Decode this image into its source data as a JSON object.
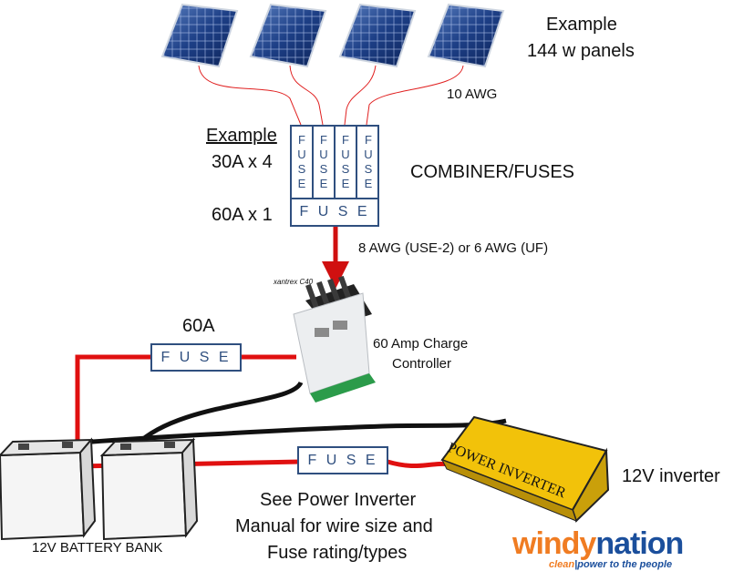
{
  "panels_label_line1": "Example",
  "panels_label_line2": "144 w panels",
  "panel_wire_gauge": "10 AWG",
  "combiner_example_heading": "Example",
  "combiner_branch_rating": "30A x 4",
  "combiner_main_rating": "60A x 1",
  "combiner_label": "COMBINER/FUSES",
  "fuse_vertical_text": "FUSE",
  "fuse_text": "F U S E",
  "controller_wire": "8 AWG (USE-2) or 6 AWG (UF)",
  "controller_brand": "xantrex C40",
  "controller_label_line1": "60 Amp Charge",
  "controller_label_line2": "Controller",
  "battery_fuse_rating": "60A",
  "battery_label": "12V BATTERY BANK",
  "inverter_text": "POWER INVERTER",
  "inverter_label": "12V inverter",
  "note_line1": "See Power Inverter",
  "note_line2": "Manual for wire size and",
  "note_line3": "Fuse rating/types",
  "logo_part1": "windy",
  "logo_part2": "nation",
  "tagline_part1": "clean",
  "tagline_part2": "power to the people",
  "colors": {
    "positive_wire": "#e01010",
    "negative_wire": "#111111",
    "fuse_border": "#2f4f7f",
    "inverter_body": "#f2c20a",
    "logo_orange": "#f07c22",
    "logo_blue": "#1b4f9c"
  }
}
